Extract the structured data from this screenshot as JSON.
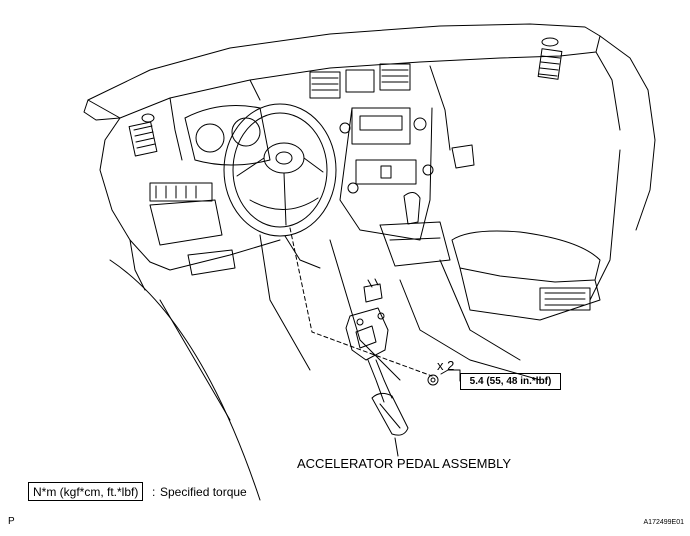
{
  "diagram": {
    "quantity_label": "x 2",
    "torque_spec": "5.4 (55, 48 in.*lbf)",
    "callout_label": "ACCELERATOR PEDAL ASSEMBLY",
    "legend": {
      "units": "N*m (kgf*cm, ft.*lbf)",
      "separator": ":",
      "meaning": "Specified torque"
    },
    "corner_mark": "P",
    "figure_id": "A172499E01"
  }
}
